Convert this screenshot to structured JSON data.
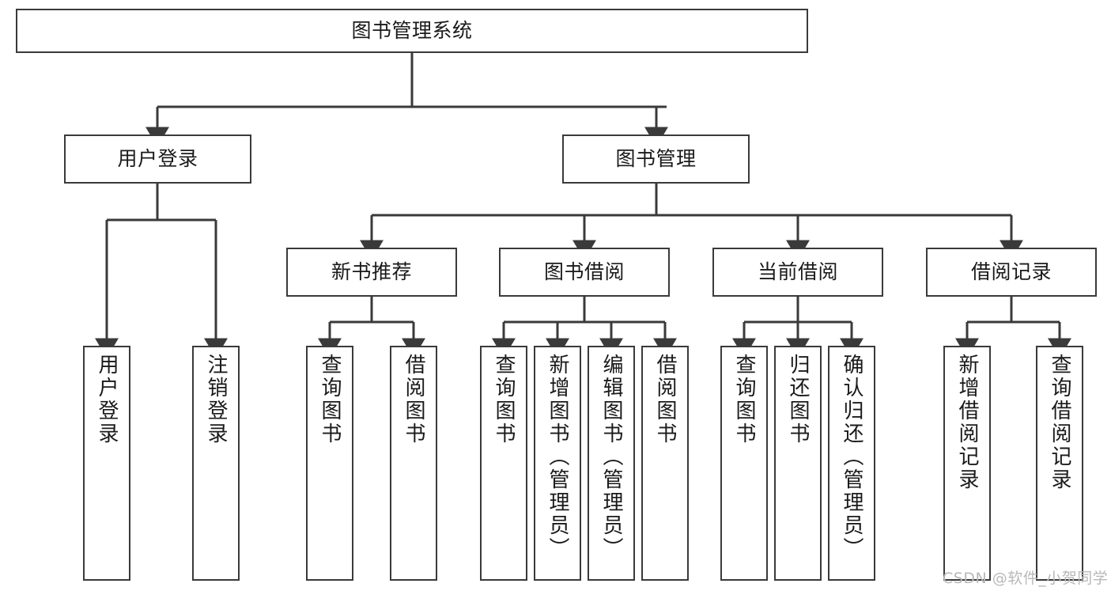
{
  "diagram": {
    "title": "图书管理系统",
    "type": "tree-hierarchy-chart",
    "orientation": "top-down",
    "stroke_color": "#3a3a3a",
    "fill_color": "#ffffff",
    "text_color": "#1a1a1a",
    "watermark": "CSDN @软件_小贺同学"
  },
  "nodes": {
    "root": {
      "label": "图书管理系统"
    },
    "tier1": [
      {
        "label": "用户登录"
      },
      {
        "label": "图书管理"
      }
    ],
    "tier2": [
      {
        "label": "新书推荐"
      },
      {
        "label": "图书借阅"
      },
      {
        "label": "当前借阅"
      },
      {
        "label": "借阅记录"
      }
    ],
    "leaves_user_login": [
      {
        "label": "用户登录"
      },
      {
        "label": "注销登录"
      }
    ],
    "leaves_new_book": [
      {
        "label": "查询图书"
      },
      {
        "label": "借阅图书"
      }
    ],
    "leaves_borrow": [
      {
        "label": "查询图书"
      },
      {
        "label": "新增图书（管理员）"
      },
      {
        "label": "编辑图书（管理员）"
      },
      {
        "label": "借阅图书"
      }
    ],
    "leaves_current": [
      {
        "label": "查询图书"
      },
      {
        "label": "归还图书"
      },
      {
        "label": "确认归还（管理员）"
      }
    ],
    "leaves_records": [
      {
        "label": "新增借阅记录"
      },
      {
        "label": "查询借阅记录"
      }
    ]
  }
}
